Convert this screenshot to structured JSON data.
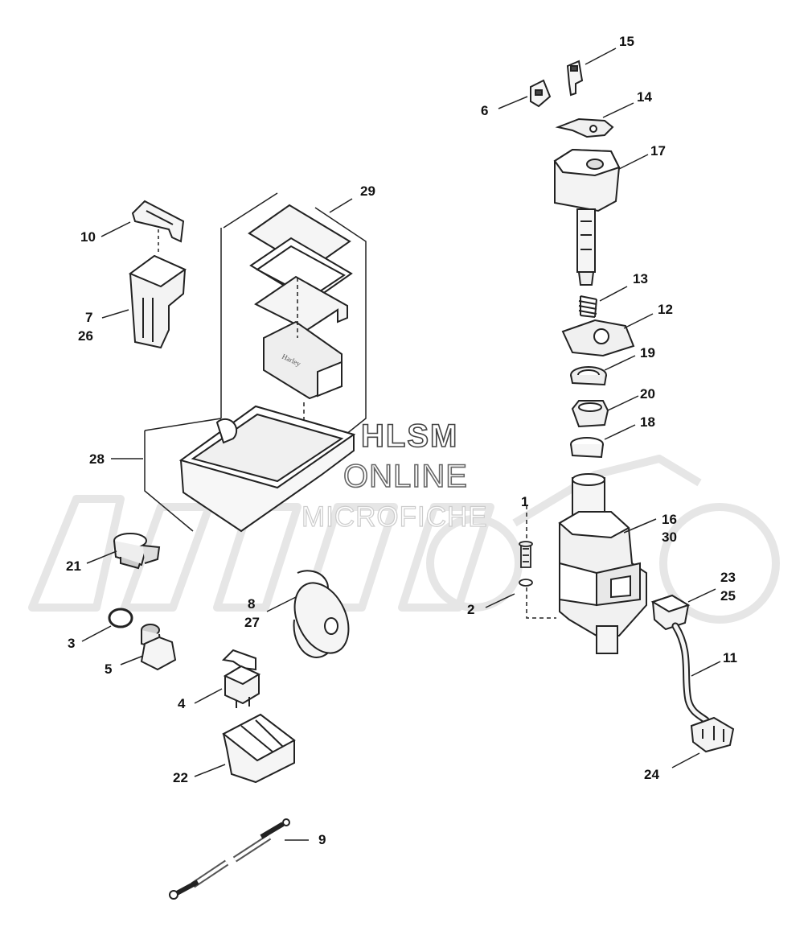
{
  "watermark": {
    "line1": "HLSM",
    "line2": "ONLINE",
    "line3": "MICROFICHE"
  },
  "callouts": {
    "c1": "1",
    "c2": "2",
    "c3": "3",
    "c4": "4",
    "c5": "5",
    "c6": "6",
    "c7": "7",
    "c8": "8",
    "c9": "9",
    "c10": "10",
    "c11": "11",
    "c12": "12",
    "c13": "13",
    "c14": "14",
    "c15": "15",
    "c16": "16",
    "c17": "17",
    "c18": "18",
    "c19": "19",
    "c20": "20",
    "c21": "21",
    "c22": "22",
    "c23": "23",
    "c24": "24",
    "c25": "25",
    "c26": "26",
    "c27": "27",
    "c28": "28",
    "c29": "29",
    "c30": "30"
  },
  "colors": {
    "line": "#222222",
    "part_fill": "#f4f4f4",
    "shadow": "#cfcfcf",
    "watermark_logo": "#e6e6e6"
  }
}
